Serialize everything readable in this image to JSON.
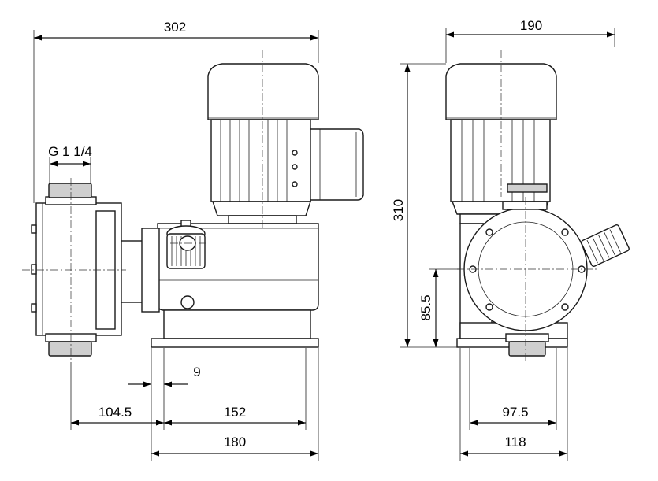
{
  "dimensions": {
    "overall_length": "302",
    "connection_thread": "G 1 1/4",
    "height": "310",
    "width": "190",
    "offset_9": "9",
    "connection_offset": "104.5",
    "foot_span": "152",
    "base_length": "180",
    "connection_height": "85.5",
    "side_offset": "97.5",
    "side_base": "118"
  },
  "colors": {
    "line": "#1a1a1a",
    "shade": "#cfcfcf"
  }
}
